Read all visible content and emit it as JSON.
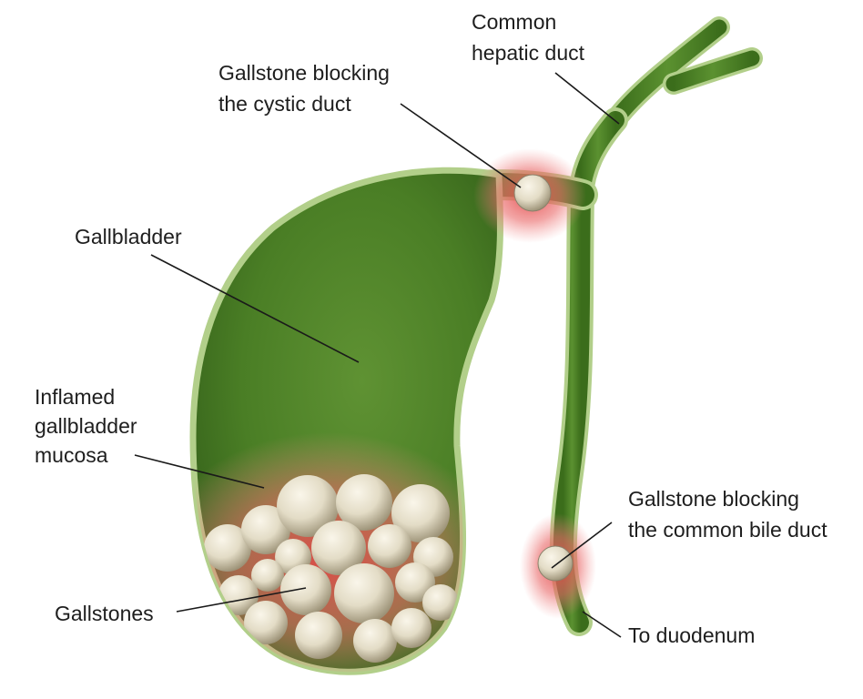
{
  "labels": {
    "common_hepatic_duct": [
      "Common",
      "hepatic duct"
    ],
    "gallstone_cystic": [
      "Gallstone blocking",
      "the cystic duct"
    ],
    "gallbladder": "Gallbladder",
    "inflamed_mucosa": [
      "Inflamed",
      "gallbladder",
      "mucosa"
    ],
    "gallstone_common_bile": [
      "Gallstone blocking",
      "the common bile duct"
    ],
    "gallstones": "Gallstones",
    "to_duodenum": "To duodenum"
  },
  "colors": {
    "gallbladder_fill": "#4a7e25",
    "gallbladder_outline": "#b2cf8a",
    "duct_fill": "#467d21",
    "inflammation": "#e45a5a",
    "stone": "#e6dfcc",
    "text": "#1e1e1e"
  }
}
